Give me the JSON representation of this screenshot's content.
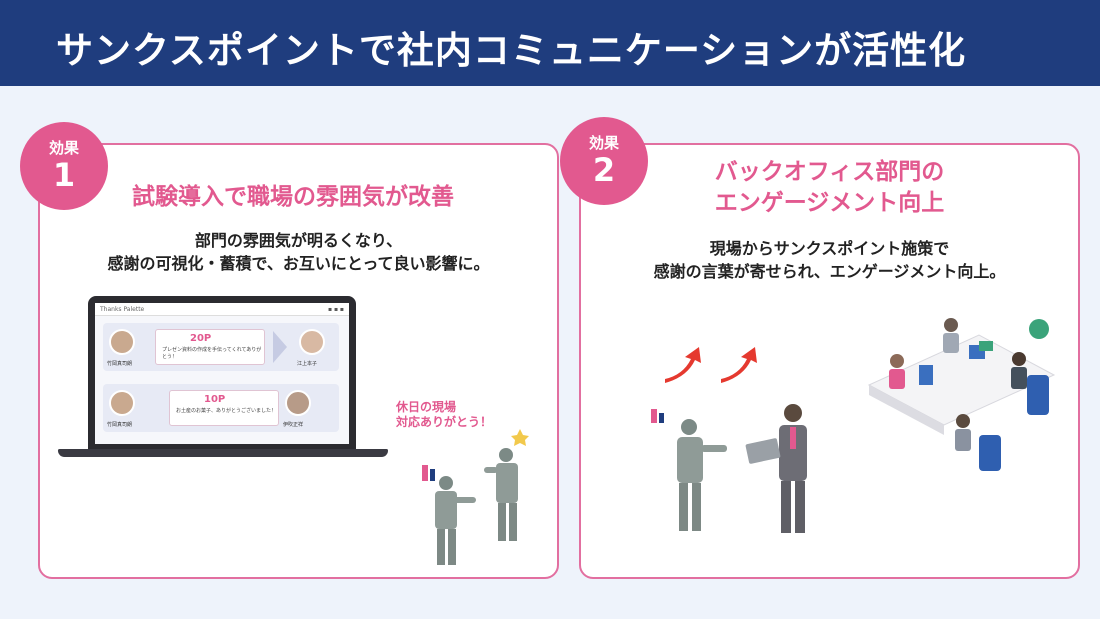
{
  "header": {
    "title": "サンクスポイントで社内コミュニケーションが活性化"
  },
  "effects": [
    {
      "badge_label": "効果",
      "badge_number": "1",
      "title": "試験導入で職場の雰囲気が改善",
      "description_lines": [
        "部門の雰囲気が明るくなり、",
        "感謝の可視化・蓄積で、お互いにとって良い影響に。"
      ],
      "screen": {
        "app_name": "Thanks Palette",
        "cards": [
          {
            "points": "20P",
            "message": "プレゼン資料の作成を手伝ってくれてありがとう！",
            "sender": "竹岡真司朗",
            "receiver": "江上本子"
          },
          {
            "points": "10P",
            "message": "お土産のお菓子、ありがとうございました！",
            "sender": "竹岡真司朗",
            "receiver": "伊吹正祥"
          }
        ]
      },
      "speech": [
        "休日の現場",
        "対応ありがとう！"
      ]
    },
    {
      "badge_label": "効果",
      "badge_number": "2",
      "title_lines": [
        "バックオフィス部門の",
        "エンゲージメント向上"
      ],
      "description_lines": [
        "現場からサンクスポイント施策で",
        "感謝の言葉が寄せられ、エンゲージメント向上。"
      ]
    }
  ],
  "colors": {
    "navy": "#1f3d7e",
    "pink": "#e2598f",
    "background": "#eef3fb"
  },
  "icons": [
    "worker-illustration",
    "businessman-illustration",
    "office-team-illustration",
    "red-arrow-icon"
  ]
}
